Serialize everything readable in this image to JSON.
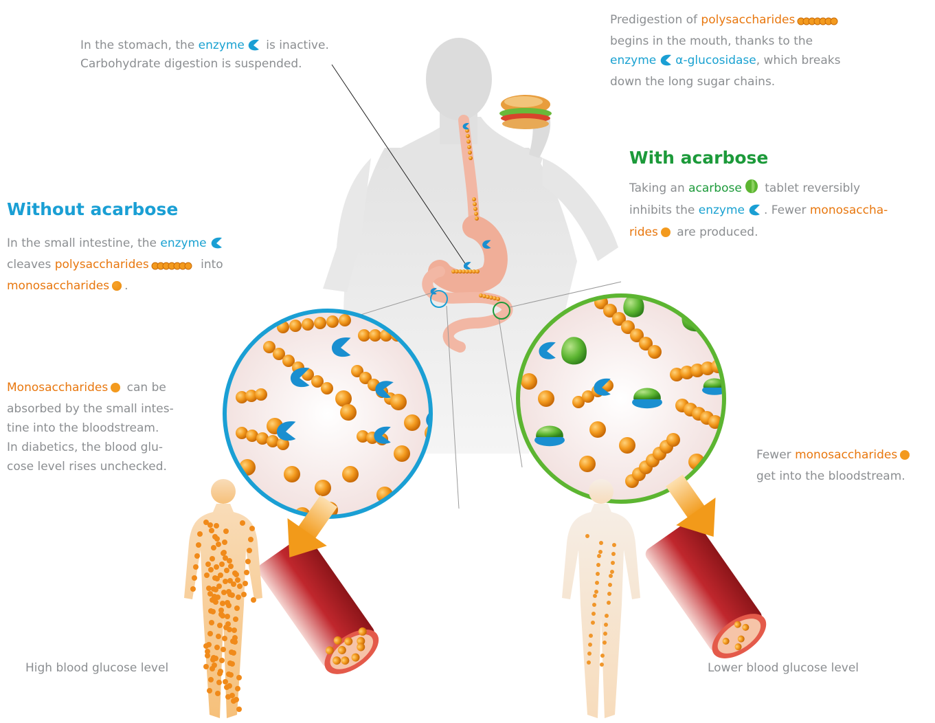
{
  "colors": {
    "enzyme": "#1a9fd4",
    "sugar": "#f39a1e",
    "acarbose": "#5cb531",
    "no_acarbose_heading": "#1a9fd4",
    "acarbose_heading": "#1c9a3a"
  },
  "icons": {
    "enzyme": "enzyme-icon",
    "polysaccharide": "polysaccharide-chain-icon",
    "monosaccharide": "monosaccharide-icon",
    "acarbose": "acarbose-tablet-icon"
  },
  "stomach": {
    "line1_pre": "In the stomach, the ",
    "enzyme": "enzyme",
    "line1_post": " is inactive.",
    "line2": "Carbohydrate digestion is suspended."
  },
  "mouth": {
    "line1_pre": "Predigestion of ",
    "polysaccharides": "polysaccharides",
    "line2": "begins in the mouth, thanks to the",
    "enzyme": "enzyme",
    "glucosidase": "α-glucosidase",
    "line3_post": ", which breaks",
    "line4": "down the long sugar chains."
  },
  "without": {
    "heading": "Without acarbose",
    "l1_pre": "In the small intestine, the ",
    "enzyme": "enzyme",
    "l2_pre": "cleaves ",
    "polysaccharides": "polysaccharides",
    "l2_post": " into",
    "monosaccharides": "monosaccharides",
    "l3_post": "."
  },
  "with": {
    "heading": "With acarbose",
    "l1_pre": "Taking an ",
    "acarbose": "acarbose",
    "l1_post": " tablet reversibly",
    "l2_pre": "inhibits the ",
    "enzyme": "enzyme",
    "l2_post": ". Fewer ",
    "monosaccha": "monosaccha-",
    "rides": "rides",
    "l3_post": " are produced."
  },
  "absorb": {
    "monosaccharides": "Monosaccharides",
    "l1_post": " can be",
    "l2": "absorbed by the small intes-",
    "l3": "tine into the bloodstream.",
    "l4": "In diabetics, the blood glu-",
    "l5": "cose level rises unchecked."
  },
  "fewer": {
    "l1_pre": "Fewer ",
    "monosaccharides": "monosaccharides",
    "l2": "get into the bloodstream."
  },
  "labels": {
    "high": "High blood glucose level",
    "lower": "Lower blood glucose level"
  }
}
